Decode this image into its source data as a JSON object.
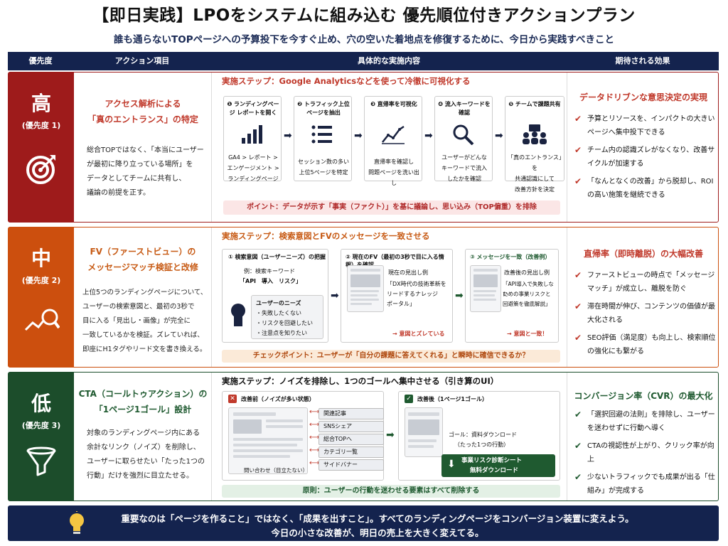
{
  "title": "【即日実践】LPOをシステムに組み込む 優先順位付きアクションプラン",
  "subtitle": "誰も通らないTOPページへの予算投下を今すぐ止め、穴の空いた着地点を修復するために、今日から実践すべきこと",
  "header": {
    "priority": "優先度",
    "action": "アクション項目",
    "detail": "具体的な実施内容",
    "effect": "期待される効果"
  },
  "row1": {
    "priority": {
      "label": "高",
      "sub": "(優先度 1)",
      "icon": "target-icon"
    },
    "action": {
      "title_line1": "アクセス解析による",
      "title_line2": "「真のエントランス」の特定",
      "body": [
        "総合TOPではなく、「本当にユーザー",
        "が最初に降り立っている場所」を",
        "データとしてチームに共有し、",
        "議論の前提を正す。"
      ]
    },
    "detail": {
      "heading": "実施ステップ：Google Analyticsなどを使って冷徹に可視化する",
      "steps": [
        {
          "title": "❶ ランディングページ レポートを開く",
          "desc": [
            "GA4 > レポート >",
            "エンゲージメント >",
            "ランディングページ"
          ],
          "icon": "bar-chart-icon"
        },
        {
          "title": "❷ トラフィック上位 ページを抽出",
          "desc": [
            "セッション数の多い",
            "上位5ページを特定"
          ],
          "icon": "list-icon"
        },
        {
          "title": "❸ 直帰率を可視化",
          "desc": [
            "直帰率を確認し",
            "問題ページを洗い出し"
          ],
          "icon": "line-chart-icon"
        },
        {
          "title": "❹ 流入キーワードを確認",
          "desc": [
            "ユーザーがどんな",
            "キーワードで流入",
            "したかを確認"
          ],
          "icon": "search-icon"
        },
        {
          "title": "❺ チームで課題共有",
          "desc": [
            "「真のエントランス」を",
            "共通認識にして",
            "改善方針を決定"
          ],
          "icon": "team-icon"
        }
      ],
      "point": "ポイント：データが示す「事実（ファクト）」を基に議論し、思い込み（TOP偏重）を排除"
    },
    "effect": {
      "title": "データドリブンな意思決定の実現",
      "items": [
        "予算とリソースを、インパクトの大きいページへ集中投下できる",
        "チーム内の認識ズレがなくなり、改善サイクルが加速する",
        "「なんとなくの改善」から脱却し、ROIの高い施策を継続できる"
      ]
    }
  },
  "row2": {
    "priority": {
      "label": "中",
      "sub": "(優先度 2)",
      "icon": "magnifier-trend-icon"
    },
    "action": {
      "title_line1": "FV（ファーストビュー）の",
      "title_line2": "メッセージマッチ検証と改修",
      "body": [
        "上位5つのランディングページについて、",
        "ユーザーの検索意図と、最初の3秒で",
        "目に入る「見出し・画像」が完全に",
        "一致しているかを検証。ズレていれば、",
        "即座にH1タグやリード文を書き換える。"
      ]
    },
    "detail": {
      "heading": "実施ステップ：検索意図とFVのメッセージを一致させる",
      "box1": {
        "title": "① 検索意図（ユーザーニーズ）の把握",
        "kw_label": "例：検索キーワード",
        "kw": "「API　導入　リスク」",
        "needs_title": "ユーザーのニーズ",
        "needs": [
          "・失敗したくない",
          "・リスクを回避したい",
          "・注意点を知りたい"
        ]
      },
      "box2": {
        "title": "② 現在のFV（最初の3秒で目に入る情報）を確認",
        "label": "現在の見出し例",
        "text": [
          "「DX時代の技術革新を",
          "リードするナレッジ",
          "ポータル」"
        ],
        "result": "→ 意図とズレている"
      },
      "box3": {
        "title": "③ メッセージを一致（改善例）",
        "label": "改善後の見出し例",
        "text": [
          "「API導入で失敗しない",
          "ための事業リスクと",
          "回避策を徹底解説」"
        ],
        "result": "→ 意図と一致！"
      },
      "point": "チェックポイント：ユーザーが「自分の課題に答えてくれる」と瞬時に確信できるか？"
    },
    "effect": {
      "title": "直帰率（即時離脱）の大幅改善",
      "items": [
        "ファーストビューの時点で「メッセージマッチ」が成立し、離脱を防ぐ",
        "滞在時間が伸び、コンテンツの価値が最大化される",
        "SEO評価（満足度）も向上し、検索順位の強化にも繋がる"
      ]
    }
  },
  "row3": {
    "priority": {
      "label": "低",
      "sub": "(優先度 3)",
      "icon": "funnel-icon"
    },
    "action": {
      "title_line1": "CTA（コールトゥアクション）の",
      "title_line2": "「1ページ1ゴール」設計",
      "body": [
        "対象のランディングページ内にある",
        "余計なリンク（ノイズ）を削除し、",
        "ユーザーに取らせたい「たった1つの",
        "行動」だけを強烈に目立たせる。"
      ]
    },
    "detail": {
      "heading": "実施ステップ：ノイズを排除し、1つのゴールへ集中させる（引き算のUI）",
      "before_title": "改善前（ノイズが多い状態）",
      "noise": [
        "関連記事",
        "SNSシェア",
        "総合TOPへ",
        "カテゴリ一覧",
        "サイドバナー"
      ],
      "inquiry": "問い合わせ（目立たない）",
      "after_title": "改善後（1ページ1ゴール）",
      "goal_line1": "ゴール：資料ダウンロード",
      "goal_line2": "（たった1つの行動）",
      "cta_line1": "事業リスク診断シート",
      "cta_line2": "無料ダウンロード",
      "point": "原則：ユーザーの行動を迷わせる要素はすべて削除する"
    },
    "effect": {
      "title": "コンバージョン率（CVR）の最大化",
      "items": [
        "「選択回避の法則」を排除し、ユーザーを迷わせずに行動へ導く",
        "CTAの視認性が上がり、クリック率が向上",
        "少ないトラフィックでも成果が出る「仕組み」が完成する"
      ]
    }
  },
  "footer": {
    "line1": "重要なのは「ページを作ること」ではなく、「成果を出すこと」。すべてのランディングページをコンバージョン装置に変えよう。",
    "line2": "今日の小さな改善が、明日の売上を大きく変えてる。",
    "icon": "lightbulb-icon"
  },
  "colors": {
    "high": "#9e1b1b",
    "mid": "#cc4f0e",
    "low": "#1c4d2b",
    "navy": "#14234e",
    "red": "#c0392b",
    "orange": "#c75a14",
    "green": "#1f5a30"
  }
}
